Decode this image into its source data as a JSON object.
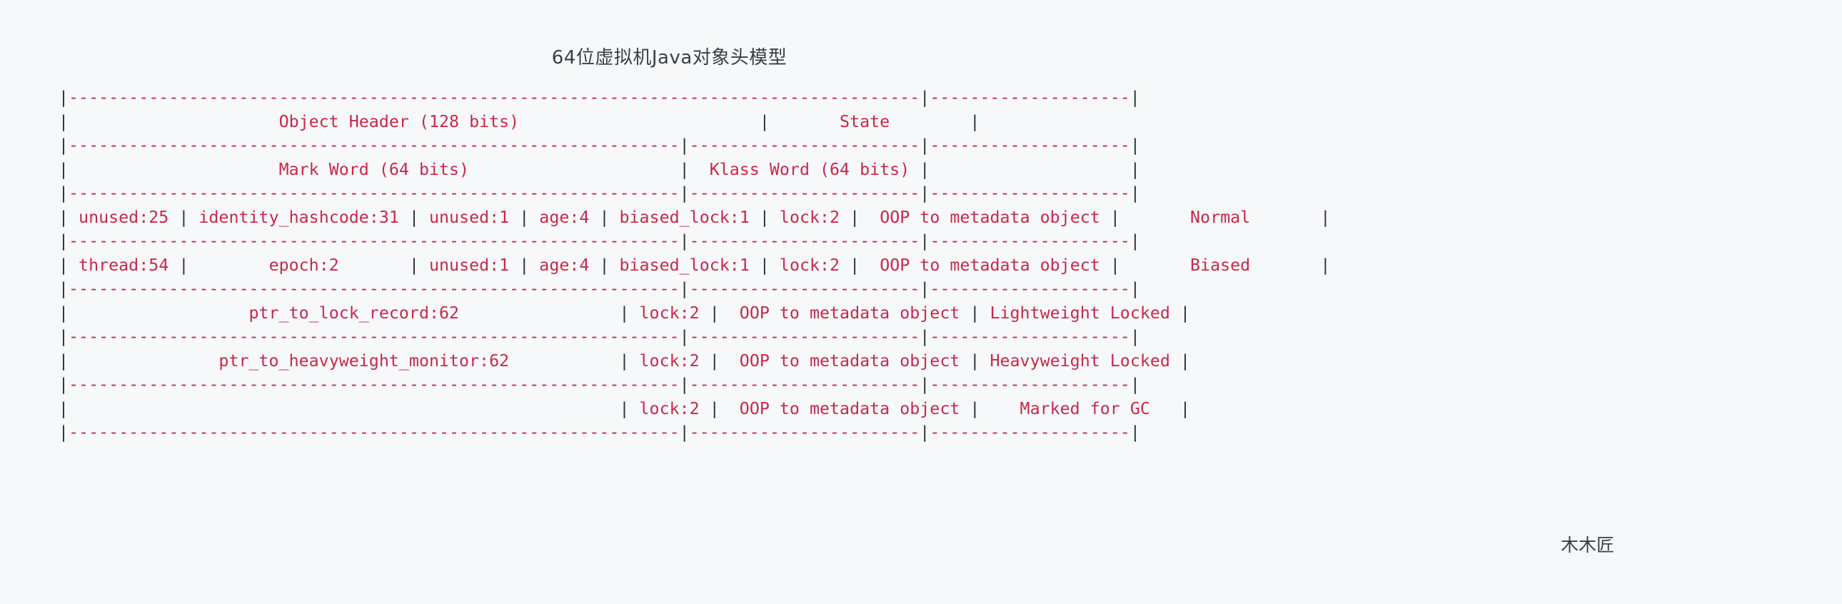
{
  "page": {
    "title": "64位虚拟机Java对象头模型",
    "signature": "木木匠",
    "background_color": "#f7f8f9",
    "accent_color": "#c9284a",
    "pipe_color": "#2f3337",
    "text_color": "#3a3f44"
  },
  "diagram": {
    "type": "ascii-table",
    "description": "64-bit JVM Java object header layout",
    "columns": [
      {
        "name": "mark_word",
        "header": "Mark Word (64 bits)"
      },
      {
        "name": "klass_word",
        "header": "Klass Word (64 bits)"
      },
      {
        "name": "state",
        "header": "State"
      }
    ],
    "group_header": "Object Header (128 bits)",
    "rows": [
      {
        "state": "Normal",
        "klass_word": "OOP to metadata object",
        "mark_word_fields": [
          "unused:25",
          "identity_hashcode:31",
          "unused:1",
          "age:4",
          "biased_lock:1",
          "lock:2"
        ]
      },
      {
        "state": "Biased",
        "klass_word": "OOP to metadata object",
        "mark_word_fields": [
          "thread:54",
          "epoch:2",
          "unused:1",
          "age:4",
          "biased_lock:1",
          "lock:2"
        ]
      },
      {
        "state": "Lightweight Locked",
        "klass_word": "OOP to metadata object",
        "mark_word_fields": [
          "ptr_to_lock_record:62",
          "lock:2"
        ]
      },
      {
        "state": "Heavyweight Locked",
        "klass_word": "OOP to metadata object",
        "mark_word_fields": [
          "ptr_to_heavyweight_monitor:62",
          "lock:2"
        ]
      },
      {
        "state": "Marked for GC",
        "klass_word": "OOP to metadata object",
        "mark_word_fields": [
          "",
          "lock:2"
        ]
      }
    ],
    "lines": [
      {
        "id": "sep-0",
        "kind": "separator",
        "segments": [
          {
            "t": "pipe",
            "s": "|"
          },
          {
            "t": "dash",
            "s": "-------------------------------------------------------------------------------------"
          },
          {
            "t": "pipe",
            "s": "|"
          },
          {
            "t": "dash",
            "s": "--------------------"
          },
          {
            "t": "pipe",
            "s": "|"
          }
        ]
      },
      {
        "id": "row-object-header",
        "kind": "text",
        "segments": [
          {
            "t": "pipe",
            "s": "|"
          },
          {
            "t": "word",
            "s": "                     Object Header (128 bits)                        "
          },
          {
            "t": "pipe",
            "s": "|"
          },
          {
            "t": "word",
            "s": "       State        "
          },
          {
            "t": "pipe",
            "s": "|"
          }
        ]
      },
      {
        "id": "sep-1",
        "kind": "separator",
        "segments": [
          {
            "t": "pipe",
            "s": "|"
          },
          {
            "t": "dash",
            "s": "-------------------------------------------------------------"
          },
          {
            "t": "pipe",
            "s": "|"
          },
          {
            "t": "dash",
            "s": "-----------------------"
          },
          {
            "t": "pipe",
            "s": "|"
          },
          {
            "t": "dash",
            "s": "--------------------"
          },
          {
            "t": "pipe",
            "s": "|"
          }
        ]
      },
      {
        "id": "row-word-headers",
        "kind": "text",
        "segments": [
          {
            "t": "pipe",
            "s": "|"
          },
          {
            "t": "word",
            "s": "                     Mark Word (64 bits)                     "
          },
          {
            "t": "pipe",
            "s": "|"
          },
          {
            "t": "word",
            "s": "  Klass Word (64 bits) "
          },
          {
            "t": "pipe",
            "s": "|"
          },
          {
            "t": "word",
            "s": "                    "
          },
          {
            "t": "pipe",
            "s": "|"
          }
        ]
      },
      {
        "id": "sep-2",
        "kind": "separator",
        "segments": [
          {
            "t": "pipe",
            "s": "|"
          },
          {
            "t": "dash",
            "s": "-------------------------------------------------------------"
          },
          {
            "t": "pipe",
            "s": "|"
          },
          {
            "t": "dash",
            "s": "-----------------------"
          },
          {
            "t": "pipe",
            "s": "|"
          },
          {
            "t": "dash",
            "s": "--------------------"
          },
          {
            "t": "pipe",
            "s": "|"
          }
        ]
      },
      {
        "id": "row-normal",
        "kind": "text",
        "segments": [
          {
            "t": "pipe",
            "s": "|"
          },
          {
            "t": "word",
            "s": " unused:25 "
          },
          {
            "t": "pipe",
            "s": "|"
          },
          {
            "t": "word",
            "s": " identity_hashcode:31 "
          },
          {
            "t": "pipe",
            "s": "|"
          },
          {
            "t": "word",
            "s": " unused:1 "
          },
          {
            "t": "pipe",
            "s": "|"
          },
          {
            "t": "word",
            "s": " age:4 "
          },
          {
            "t": "pipe",
            "s": "|"
          },
          {
            "t": "word",
            "s": " biased_lock:1 "
          },
          {
            "t": "pipe",
            "s": "|"
          },
          {
            "t": "word",
            "s": " lock:2 "
          },
          {
            "t": "pipe",
            "s": "|"
          },
          {
            "t": "word",
            "s": "  OOP to metadata object "
          },
          {
            "t": "pipe",
            "s": "|"
          },
          {
            "t": "word",
            "s": "       Normal       "
          },
          {
            "t": "pipe",
            "s": "|"
          }
        ]
      },
      {
        "id": "sep-3",
        "kind": "separator",
        "segments": [
          {
            "t": "pipe",
            "s": "|"
          },
          {
            "t": "dash",
            "s": "-------------------------------------------------------------"
          },
          {
            "t": "pipe",
            "s": "|"
          },
          {
            "t": "dash",
            "s": "-----------------------"
          },
          {
            "t": "pipe",
            "s": "|"
          },
          {
            "t": "dash",
            "s": "--------------------"
          },
          {
            "t": "pipe",
            "s": "|"
          }
        ]
      },
      {
        "id": "row-biased",
        "kind": "text",
        "segments": [
          {
            "t": "pipe",
            "s": "|"
          },
          {
            "t": "word",
            "s": " thread:54 "
          },
          {
            "t": "pipe",
            "s": "|"
          },
          {
            "t": "word",
            "s": "        epoch:2       "
          },
          {
            "t": "pipe",
            "s": "|"
          },
          {
            "t": "word",
            "s": " unused:1 "
          },
          {
            "t": "pipe",
            "s": "|"
          },
          {
            "t": "word",
            "s": " age:4 "
          },
          {
            "t": "pipe",
            "s": "|"
          },
          {
            "t": "word",
            "s": " biased_lock:1 "
          },
          {
            "t": "pipe",
            "s": "|"
          },
          {
            "t": "word",
            "s": " lock:2 "
          },
          {
            "t": "pipe",
            "s": "|"
          },
          {
            "t": "word",
            "s": "  OOP to metadata object "
          },
          {
            "t": "pipe",
            "s": "|"
          },
          {
            "t": "word",
            "s": "       Biased       "
          },
          {
            "t": "pipe",
            "s": "|"
          }
        ]
      },
      {
        "id": "sep-4",
        "kind": "separator",
        "segments": [
          {
            "t": "pipe",
            "s": "|"
          },
          {
            "t": "dash",
            "s": "-------------------------------------------------------------"
          },
          {
            "t": "pipe",
            "s": "|"
          },
          {
            "t": "dash",
            "s": "-----------------------"
          },
          {
            "t": "pipe",
            "s": "|"
          },
          {
            "t": "dash",
            "s": "--------------------"
          },
          {
            "t": "pipe",
            "s": "|"
          }
        ]
      },
      {
        "id": "row-lightweight",
        "kind": "text",
        "segments": [
          {
            "t": "pipe",
            "s": "|"
          },
          {
            "t": "word",
            "s": "                  ptr_to_lock_record:62                "
          },
          {
            "t": "pipe",
            "s": "|"
          },
          {
            "t": "word",
            "s": " lock:2 "
          },
          {
            "t": "pipe",
            "s": "|"
          },
          {
            "t": "word",
            "s": "  OOP to metadata object "
          },
          {
            "t": "pipe",
            "s": "|"
          },
          {
            "t": "word",
            "s": " Lightweight Locked "
          },
          {
            "t": "pipe",
            "s": "|"
          }
        ]
      },
      {
        "id": "sep-5",
        "kind": "separator",
        "segments": [
          {
            "t": "pipe",
            "s": "|"
          },
          {
            "t": "dash",
            "s": "-------------------------------------------------------------"
          },
          {
            "t": "pipe",
            "s": "|"
          },
          {
            "t": "dash",
            "s": "-----------------------"
          },
          {
            "t": "pipe",
            "s": "|"
          },
          {
            "t": "dash",
            "s": "--------------------"
          },
          {
            "t": "pipe",
            "s": "|"
          }
        ]
      },
      {
        "id": "row-heavyweight",
        "kind": "text",
        "segments": [
          {
            "t": "pipe",
            "s": "|"
          },
          {
            "t": "word",
            "s": "               ptr_to_heavyweight_monitor:62           "
          },
          {
            "t": "pipe",
            "s": "|"
          },
          {
            "t": "word",
            "s": " lock:2 "
          },
          {
            "t": "pipe",
            "s": "|"
          },
          {
            "t": "word",
            "s": "  OOP to metadata object "
          },
          {
            "t": "pipe",
            "s": "|"
          },
          {
            "t": "word",
            "s": " Heavyweight Locked "
          },
          {
            "t": "pipe",
            "s": "|"
          }
        ]
      },
      {
        "id": "sep-6",
        "kind": "separator",
        "segments": [
          {
            "t": "pipe",
            "s": "|"
          },
          {
            "t": "dash",
            "s": "-------------------------------------------------------------"
          },
          {
            "t": "pipe",
            "s": "|"
          },
          {
            "t": "dash",
            "s": "-----------------------"
          },
          {
            "t": "pipe",
            "s": "|"
          },
          {
            "t": "dash",
            "s": "--------------------"
          },
          {
            "t": "pipe",
            "s": "|"
          }
        ]
      },
      {
        "id": "row-gc",
        "kind": "text",
        "segments": [
          {
            "t": "pipe",
            "s": "|"
          },
          {
            "t": "word",
            "s": "                                                       "
          },
          {
            "t": "pipe",
            "s": "|"
          },
          {
            "t": "word",
            "s": " lock:2 "
          },
          {
            "t": "pipe",
            "s": "|"
          },
          {
            "t": "word",
            "s": "  OOP to metadata object "
          },
          {
            "t": "pipe",
            "s": "|"
          },
          {
            "t": "word",
            "s": "    Marked for GC   "
          },
          {
            "t": "pipe",
            "s": "|"
          }
        ]
      },
      {
        "id": "sep-7",
        "kind": "separator",
        "segments": [
          {
            "t": "pipe",
            "s": "|"
          },
          {
            "t": "dash",
            "s": "-------------------------------------------------------------"
          },
          {
            "t": "pipe",
            "s": "|"
          },
          {
            "t": "dash",
            "s": "-----------------------"
          },
          {
            "t": "pipe",
            "s": "|"
          },
          {
            "t": "dash",
            "s": "--------------------"
          },
          {
            "t": "pipe",
            "s": "|"
          }
        ]
      }
    ]
  }
}
